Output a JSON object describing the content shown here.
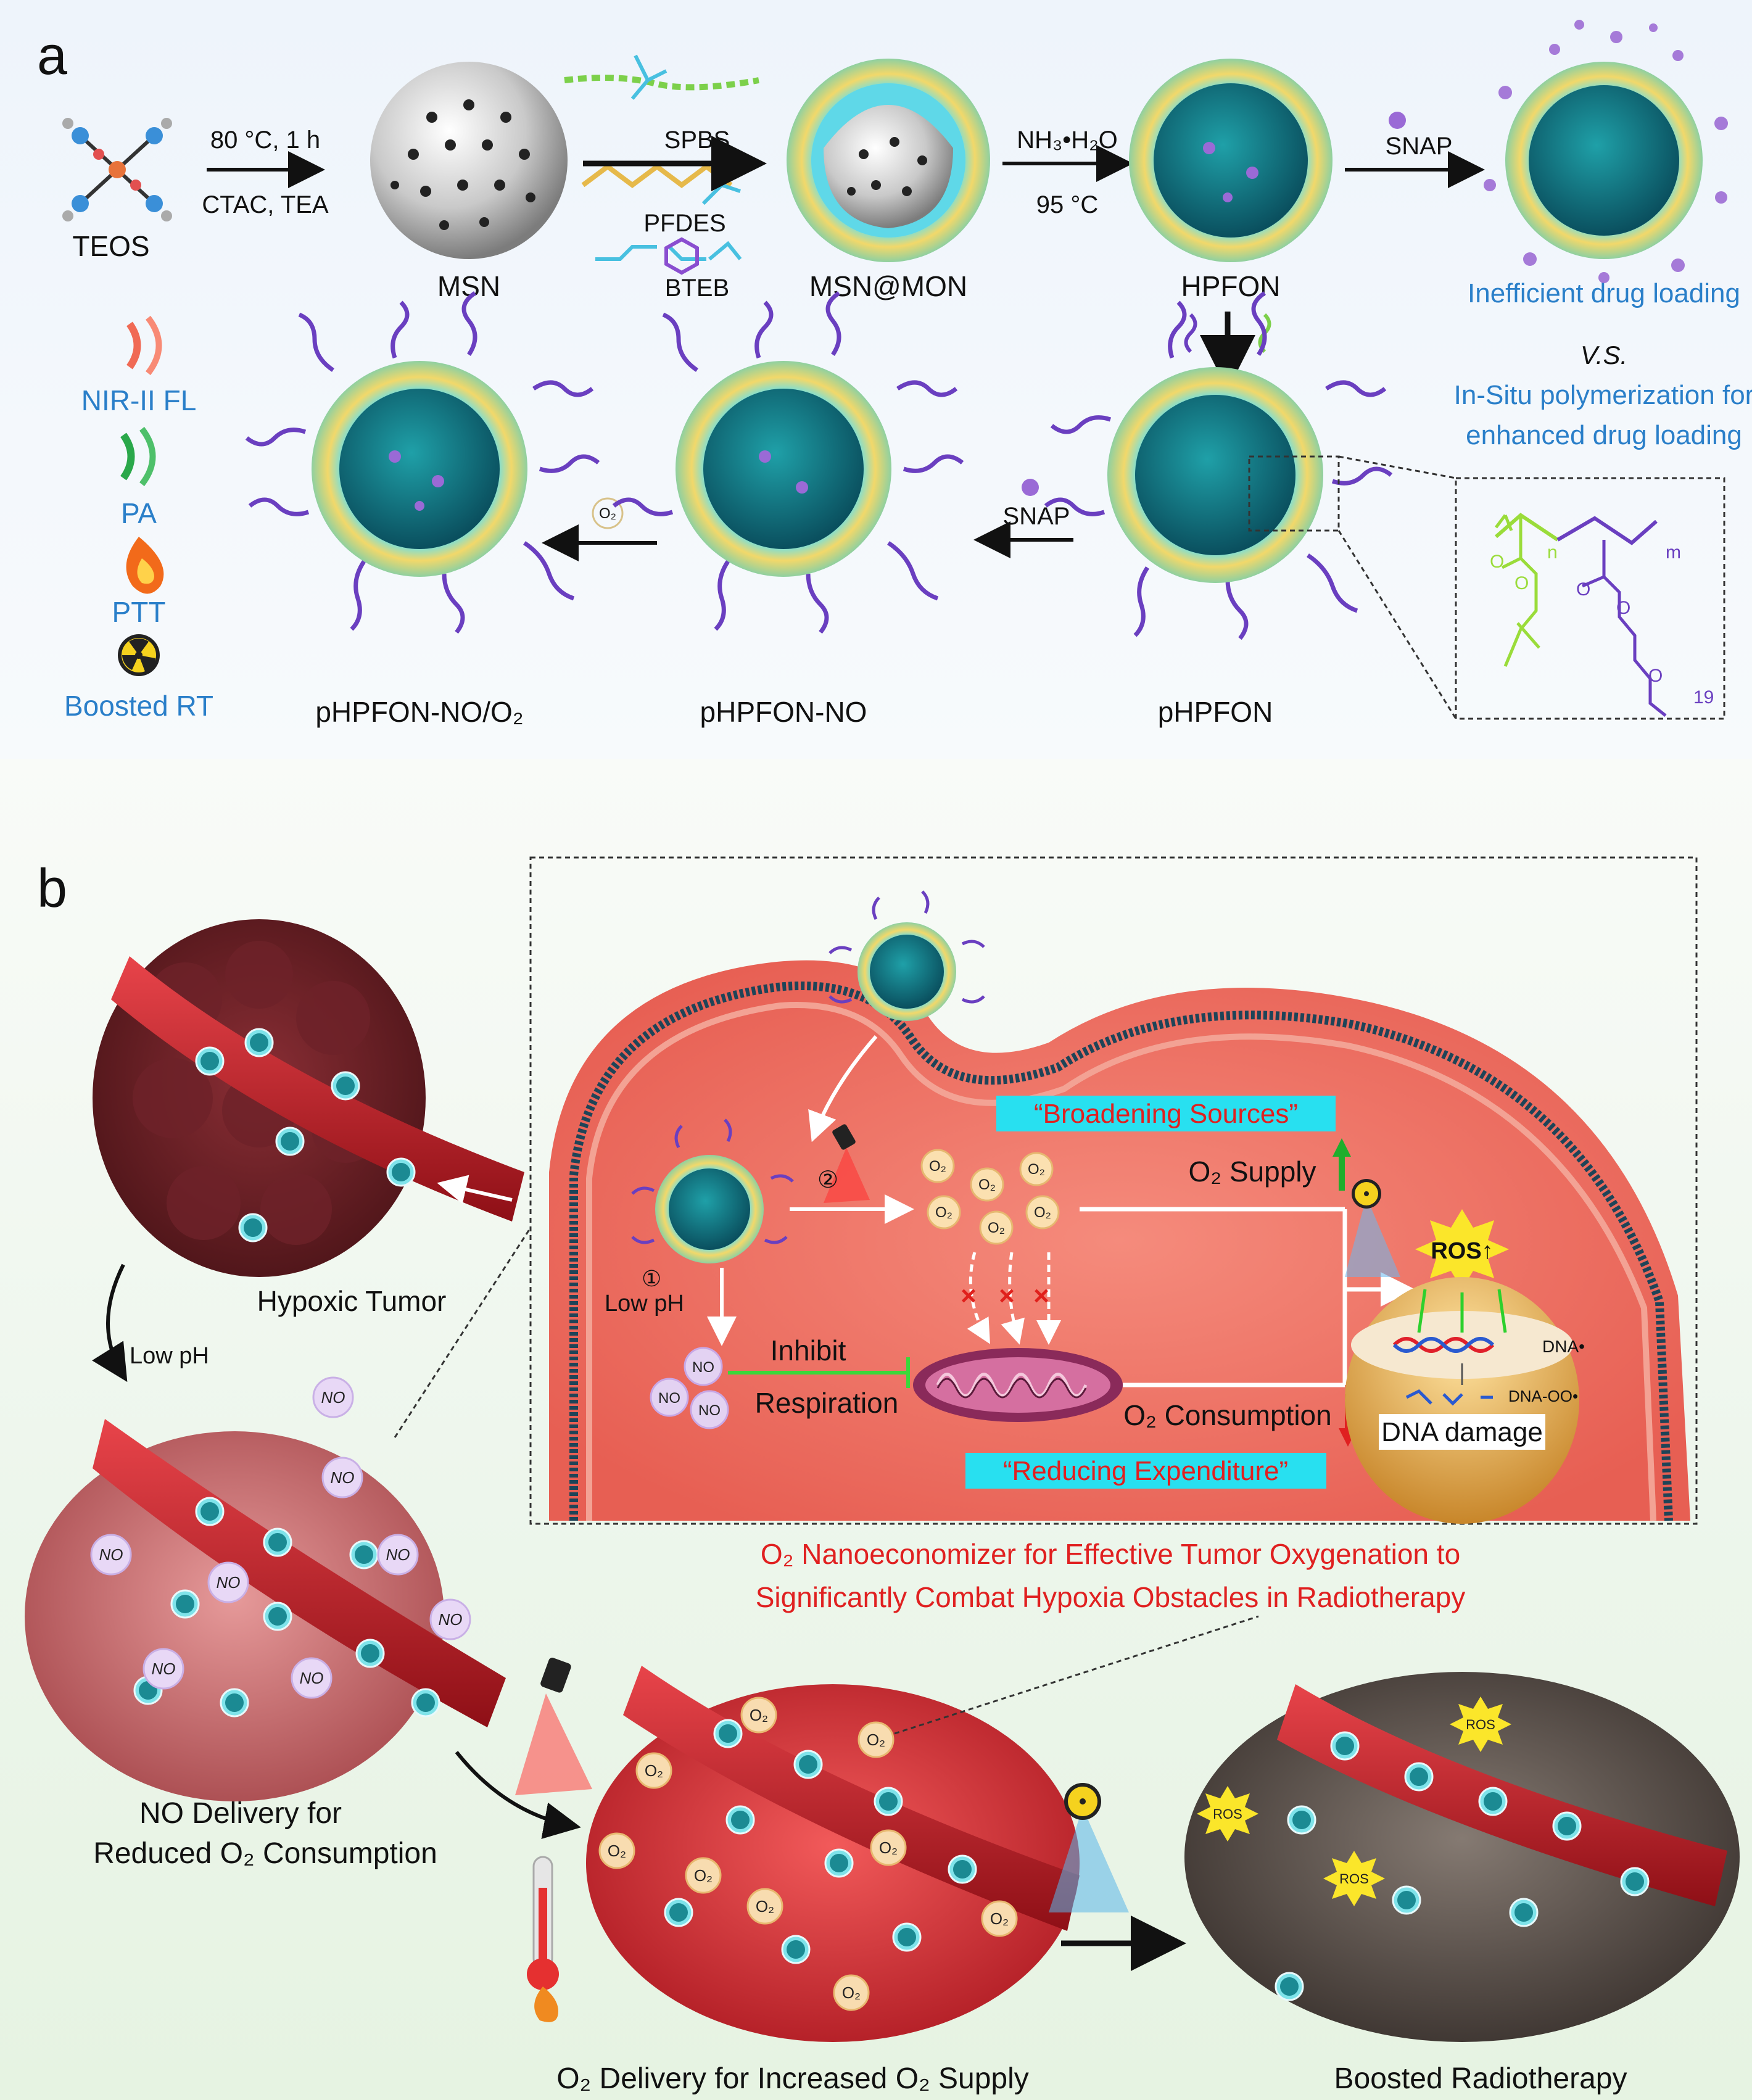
{
  "panel_a": {
    "label": "a",
    "step1": {
      "top": "80 °C, 1 h",
      "bottom": "CTAC, TEA"
    },
    "teos": "TEOS",
    "msn": "MSN",
    "reagents": {
      "spbs": "SPBS",
      "pfdes": "PFDES",
      "bteb": "BTEB"
    },
    "msn_mon": "MSN@MON",
    "step3": {
      "top": "NH₃•H₂O",
      "bottom": "95 °C"
    },
    "hpfon": "HPFON",
    "snap_1": "SNAP",
    "inefficient": "Inefficient drug loading",
    "vs": "V.S.",
    "insitu_1": "In-Situ polymerization for",
    "insitu_2": "enhanced drug loading",
    "phpfon": "pHPFON",
    "snap_2": "SNAP",
    "phpfon_no": "pHPFON-NO",
    "o2_small": "O₂",
    "phpfon_no_o2": "pHPFON-NO/O₂",
    "legend": {
      "nir": "NIR-II FL",
      "pa": "PA",
      "ptt": "PTT",
      "rt": "Boosted RT"
    },
    "polymer": {
      "n": "n",
      "m": "m",
      "nineteen": "19"
    }
  },
  "panel_b": {
    "label": "b",
    "hypoxic_tumor": "Hypoxic Tumor",
    "low_ph_left": "Low pH",
    "no_delivery_1": "NO Delivery for",
    "no_delivery_2": "Reduced O₂ Consumption",
    "o2_delivery": "O₂ Delivery for Increased O₂ Supply",
    "boosted_radiotherapy": "Boosted Radiotherapy",
    "cell": {
      "broadening": "“Broadening Sources”",
      "reducing": "“Reducing Expenditure”",
      "o2_supply": "O₂ Supply",
      "o2_consumption": "O₂ Consumption",
      "low_ph": "Low pH",
      "step1": "①",
      "step2": "②",
      "inhibit": "Inhibit",
      "respiration": "Respiration",
      "no": "NO",
      "o2": "O₂",
      "ros": "ROS↑",
      "dna": "DNA•",
      "dna_oo": "DNA-OO•",
      "dna_damage": "DNA damage",
      "cross": "×"
    },
    "nanoeconomizer_1": "O₂ Nanoeconomizer for Effective Tumor Oxygenation to",
    "nanoeconomizer_2": "Significantly Combat Hypoxia Obstacles in Radiotherapy",
    "ros_small": "ROS"
  },
  "colors": {
    "blue_text": "#2a7fc9",
    "red_text": "#e02020",
    "cyan_label": "#28e0f0",
    "cell_fill": "#ef6b5e",
    "tumor_red": "#b5303a",
    "vessel": "#c81d25"
  }
}
